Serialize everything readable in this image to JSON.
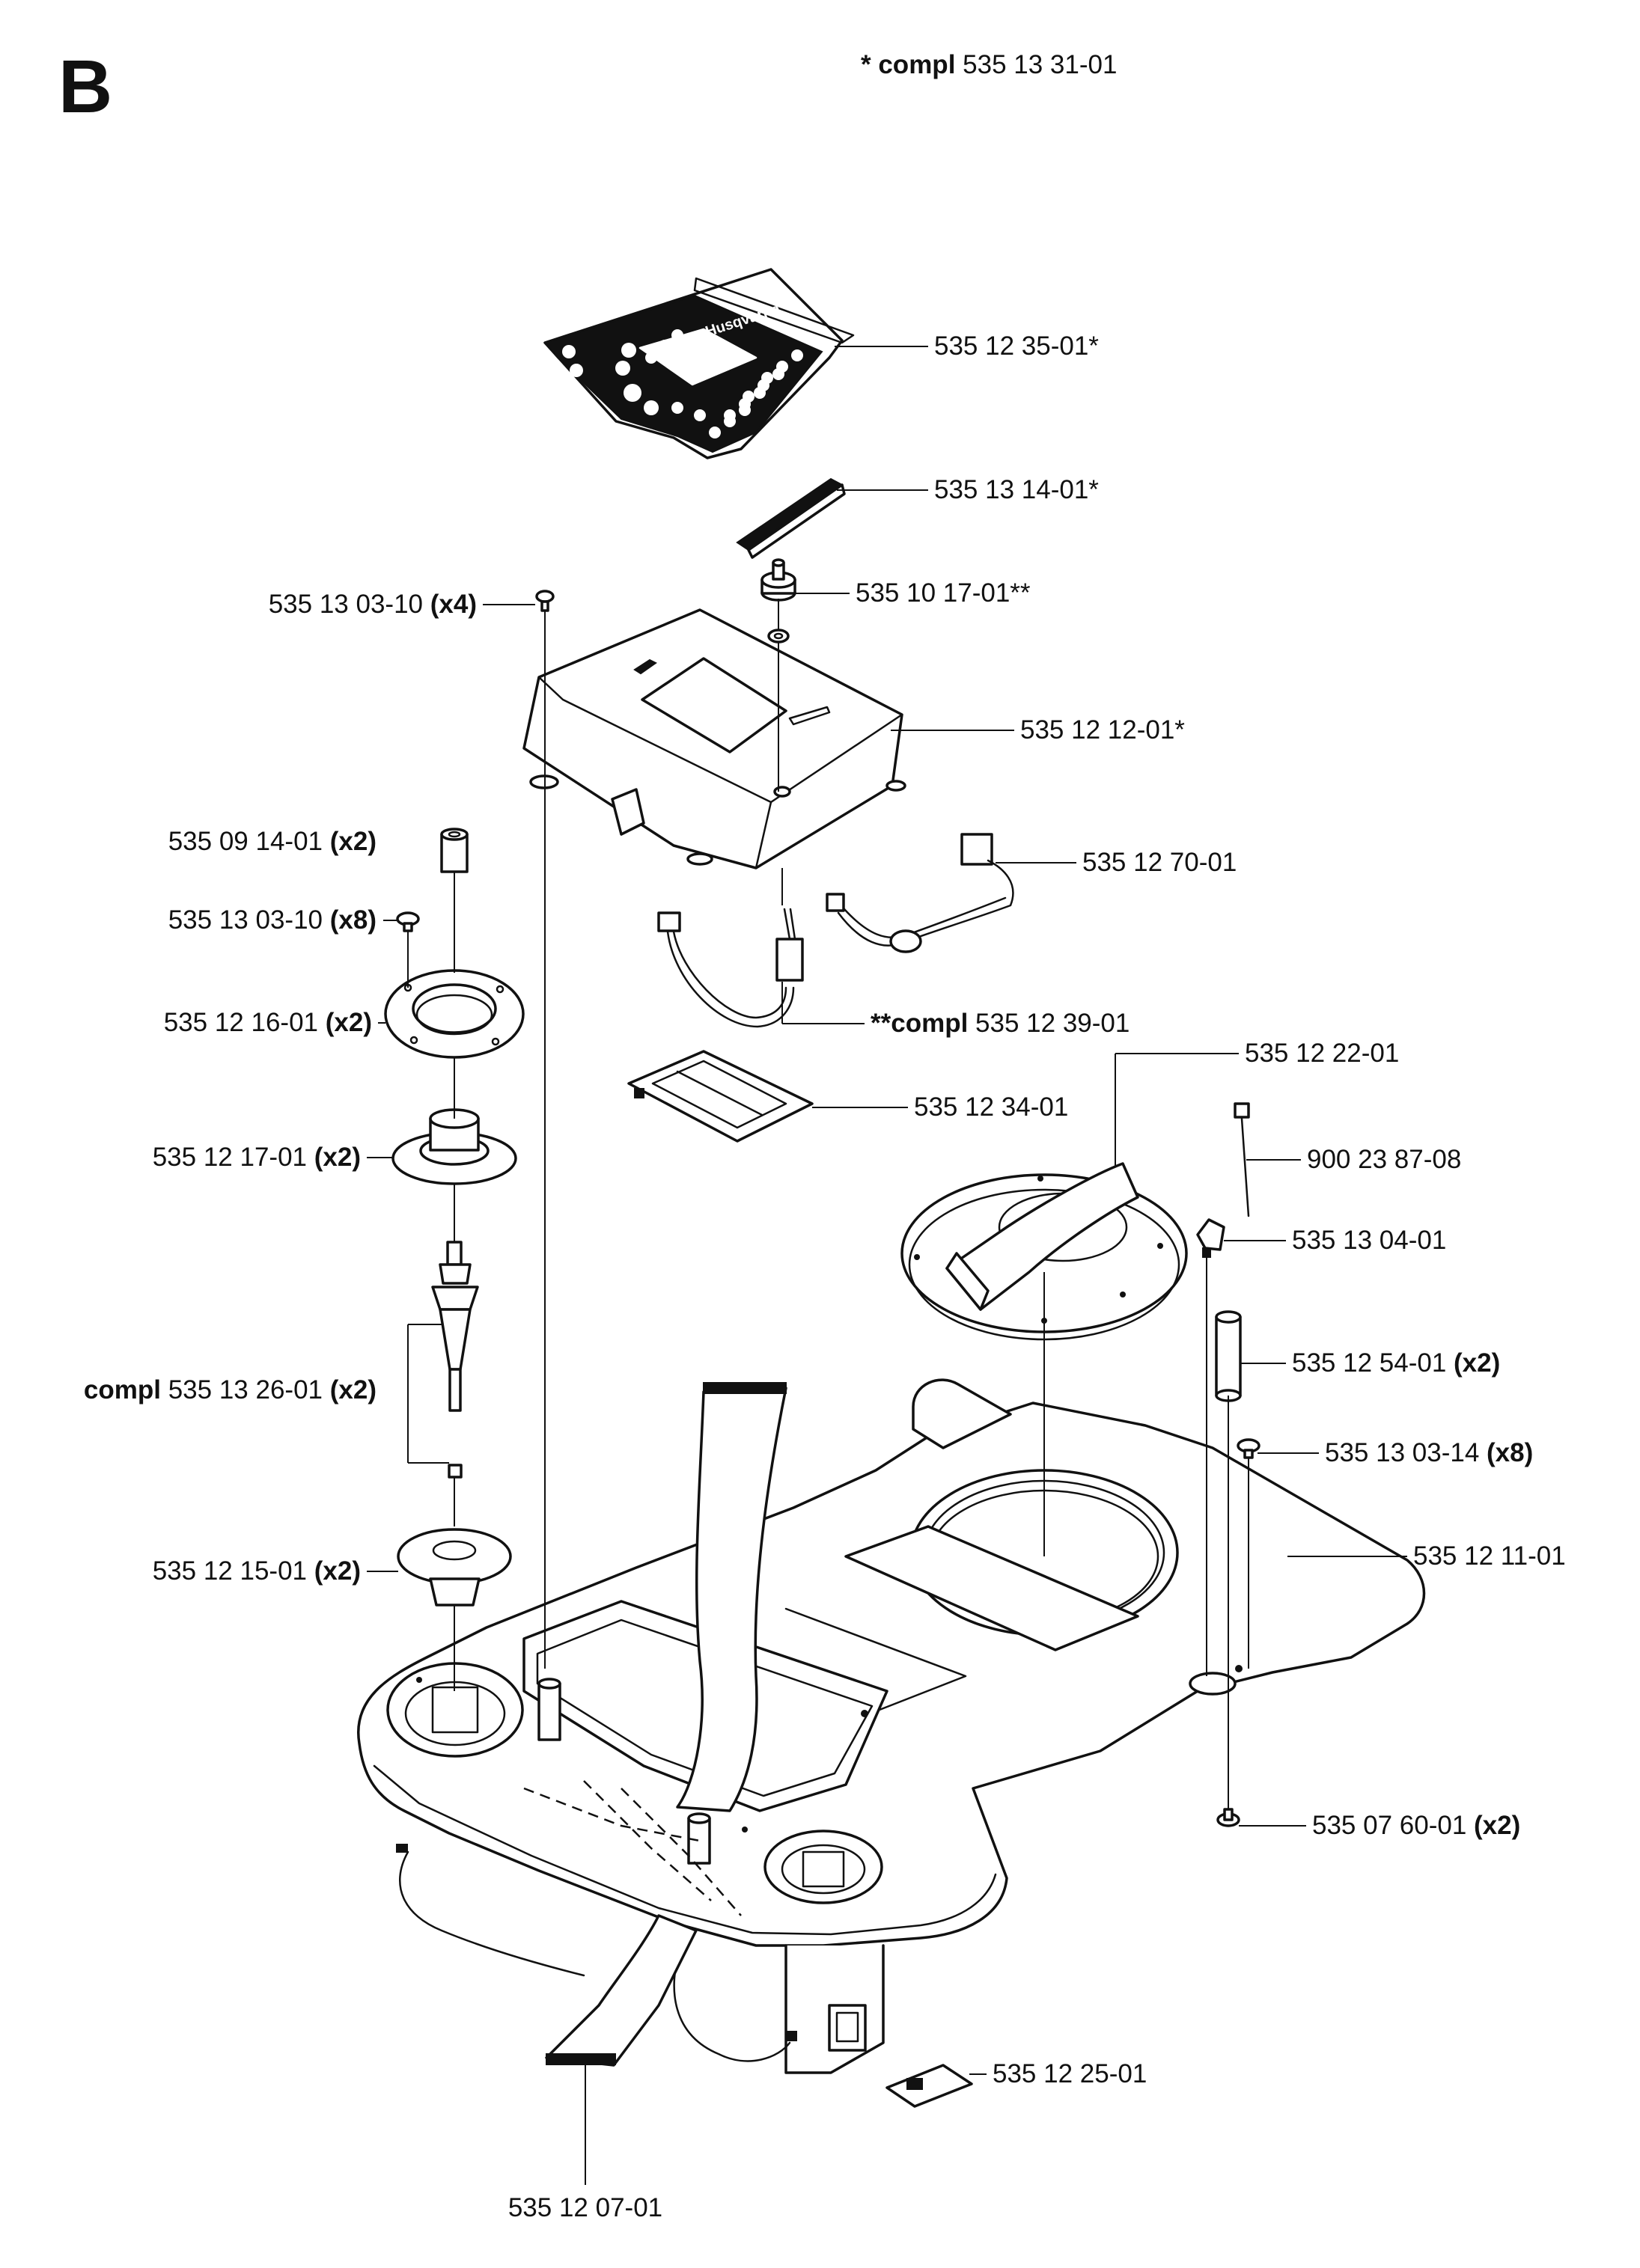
{
  "header": {
    "section": "B",
    "assembly_prefix": "* compl",
    "assembly_number": "535 13 31-01"
  },
  "diagram": {
    "brand_on_keypad": "Husqvarna",
    "callouts": [
      {
        "id": "c01",
        "pre": "",
        "number": "535 12 35-01*",
        "qty": ""
      },
      {
        "id": "c02",
        "pre": "",
        "number": "535 13 14-01*",
        "qty": ""
      },
      {
        "id": "c03",
        "pre": "",
        "number": "535 13 03-10",
        "qty": "(x4)"
      },
      {
        "id": "c04",
        "pre": "",
        "number": "535 10 17-01**",
        "qty": ""
      },
      {
        "id": "c05",
        "pre": "",
        "number": "535 12 12-01*",
        "qty": ""
      },
      {
        "id": "c06",
        "pre": "",
        "number": "535 09 14-01",
        "qty": "(x2)"
      },
      {
        "id": "c07",
        "pre": "",
        "number": "535 12 70-01",
        "qty": ""
      },
      {
        "id": "c08",
        "pre": "",
        "number": "535 13 03-10",
        "qty": "(x8)"
      },
      {
        "id": "c09",
        "pre": "",
        "number": "535 12 16-01",
        "qty": "(x2)"
      },
      {
        "id": "c10",
        "pre": "**compl",
        "number": "535 12 39-01",
        "qty": ""
      },
      {
        "id": "c11",
        "pre": "",
        "number": "535 12 22-01",
        "qty": ""
      },
      {
        "id": "c12",
        "pre": "",
        "number": "535 12 34-01",
        "qty": ""
      },
      {
        "id": "c13",
        "pre": "",
        "number": "535 12 17-01",
        "qty": "(x2)"
      },
      {
        "id": "c14",
        "pre": "",
        "number": "900 23 87-08",
        "qty": ""
      },
      {
        "id": "c15",
        "pre": "",
        "number": "535 13 04-01",
        "qty": ""
      },
      {
        "id": "c16",
        "pre": "compl",
        "number": "535 13 26-01",
        "qty": "(x2)"
      },
      {
        "id": "c17",
        "pre": "",
        "number": "535 12 54-01",
        "qty": "(x2)"
      },
      {
        "id": "c18",
        "pre": "",
        "number": "535 13 03-14",
        "qty": "(x8)"
      },
      {
        "id": "c19",
        "pre": "",
        "number": "535 12 15-01",
        "qty": "(x2)"
      },
      {
        "id": "c20",
        "pre": "",
        "number": "535 12 11-01",
        "qty": ""
      },
      {
        "id": "c21",
        "pre": "",
        "number": "535 07 60-01",
        "qty": "(x2)"
      },
      {
        "id": "c22",
        "pre": "",
        "number": "535 12 25-01",
        "qty": ""
      },
      {
        "id": "c23",
        "pre": "",
        "number": "535 12 07-01",
        "qty": ""
      }
    ]
  }
}
